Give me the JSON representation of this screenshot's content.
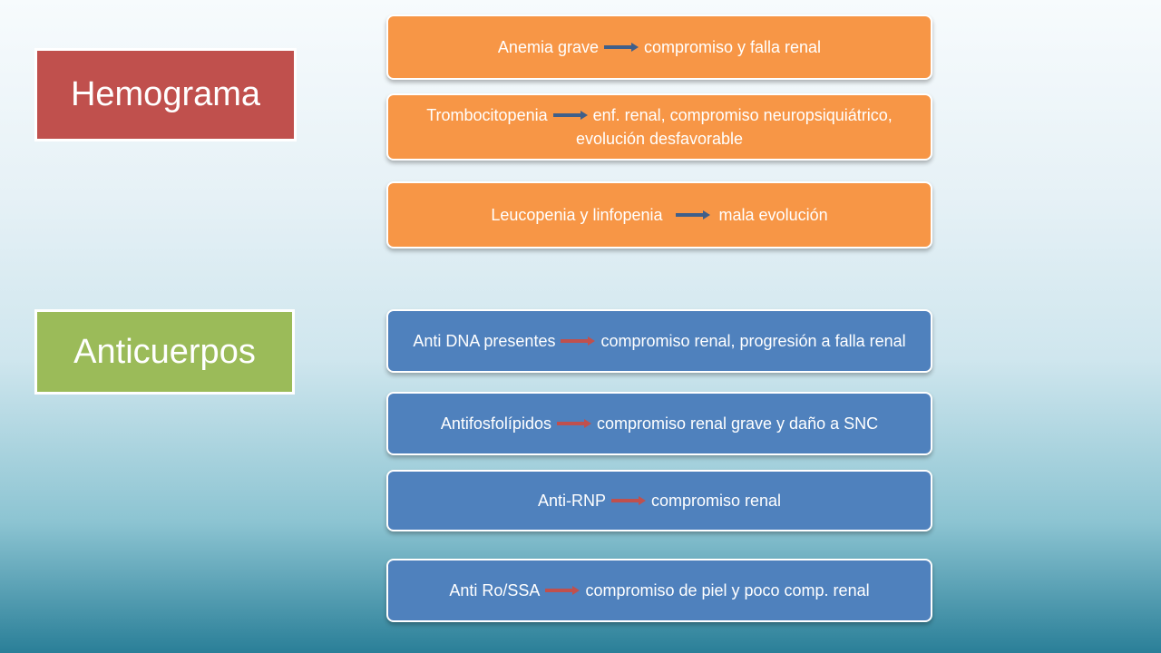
{
  "sections": {
    "hemograma": "Hemograma",
    "anticuerpos": "Anticuerpos"
  },
  "colors": {
    "hemograma_box": "#c0504d",
    "anticuerpos_box": "#9bbb59",
    "orange_item": "#f79646",
    "blue_item": "#4f81bd",
    "arrow_dark": "#3f5f8a",
    "arrow_red": "#c0504d"
  },
  "hemograma_items": [
    {
      "left": "Anemia grave",
      "right": "compromiso y falla renal",
      "arrow": "arrow-dark"
    },
    {
      "left": "Trombocitopenia",
      "right": "enf. renal, compromiso neuropsiquiátrico, evolución desfavorable",
      "arrow": "arrow-dark"
    },
    {
      "left": "Leucopenia y linfopenia",
      "right": "mala evolución",
      "arrow": "arrow-dark"
    }
  ],
  "anticuerpos_items": [
    {
      "left": "Anti DNA presentes",
      "right": "compromiso renal, progresión a falla renal",
      "arrow": "arrow-red"
    },
    {
      "left": "Antifosfolípidos",
      "right": "compromiso renal grave y daño a SNC",
      "arrow": "arrow-red"
    },
    {
      "left": "Anti-RNP",
      "right": "compromiso renal",
      "arrow": "arrow-red"
    },
    {
      "left": "Anti Ro/SSA",
      "right": "compromiso de piel y poco comp. renal",
      "arrow": "arrow-red"
    }
  ]
}
